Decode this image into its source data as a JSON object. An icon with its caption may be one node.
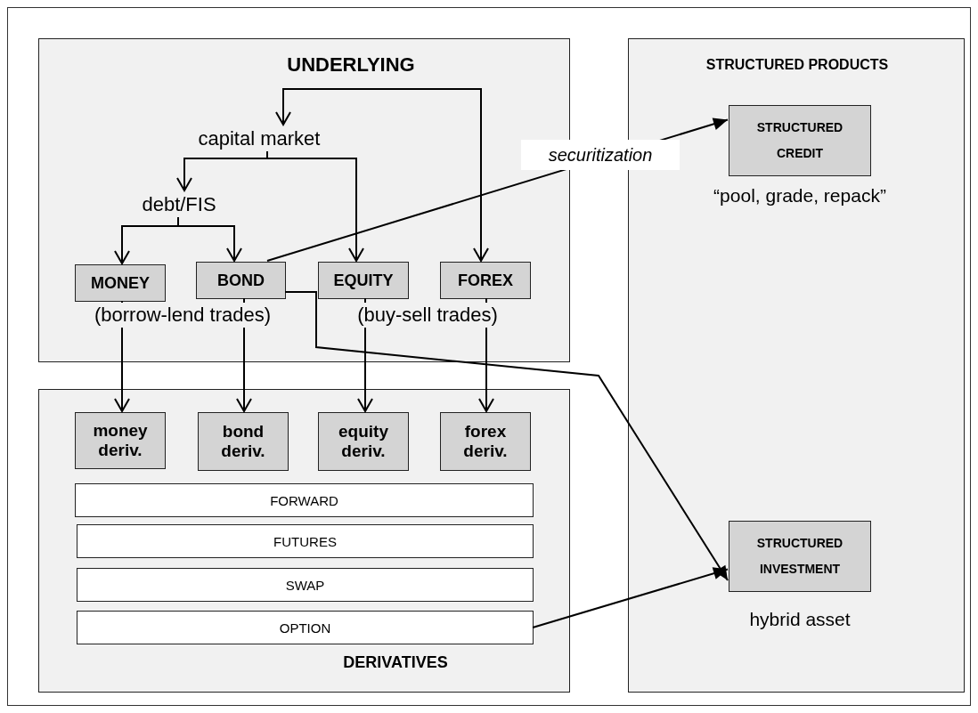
{
  "diagram": {
    "nodes": [
      {
        "text": [
          "UNDERLYING"
        ]
      },
      {
        "text": [
          "capital market"
        ],
        "in": 0
      },
      {
        "text": [
          "debt/FIS"
        ],
        "in": 0
      },
      {
        "text": [
          "MONEY"
        ],
        "in": 0
      },
      {
        "text": [
          "BOND"
        ],
        "in": 0
      },
      {
        "text": [
          "EQUITY"
        ],
        "in": 0
      },
      {
        "text": [
          "FOREX"
        ],
        "in": 0
      },
      {
        "text": [
          "DERIVATIVES"
        ]
      },
      {
        "text": [
          "money deriv."
        ],
        "in": 7
      },
      {
        "text": [
          "bond deriv."
        ],
        "in": 7
      },
      {
        "text": [
          "equity deriv."
        ],
        "in": 7
      },
      {
        "text": [
          "forex deriv."
        ],
        "in": 7
      },
      {
        "text": [
          "FORWARD"
        ],
        "in": 7
      },
      {
        "text": [
          "FUTURES"
        ],
        "in": 7
      },
      {
        "text": [
          "SWAP"
        ],
        "in": 7
      },
      {
        "text": [
          "OPTION"
        ],
        "in": 7
      },
      {
        "text": [
          "STRUCTURED PRODUCTS"
        ]
      },
      {
        "text": [
          "STRUCTURED CREDIT"
        ],
        "in": 16,
        "beside": [
          "“pool, grade, repack”"
        ]
      },
      {
        "text": [
          "STRUCTURED INVESTMENT"
        ],
        "in": 16,
        "beside": [
          "hybrid asset"
        ]
      }
    ],
    "edges": [
      {
        "from": null,
        "to": 1,
        "arrow": "to"
      },
      {
        "from": null,
        "to": 6,
        "arrow": "to"
      },
      {
        "from": 1,
        "to": 2,
        "arrow": "to"
      },
      {
        "from": 1,
        "to": 5,
        "arrow": "to"
      },
      {
        "from": 2,
        "to": 3,
        "arrow": "to"
      },
      {
        "from": 2,
        "to": 4,
        "arrow": "to"
      },
      {
        "from": 3,
        "to": 8,
        "arrow": "to"
      },
      {
        "from": 4,
        "to": 9,
        "arrow": "to"
      },
      {
        "from": 5,
        "to": 10,
        "arrow": "to"
      },
      {
        "from": 6,
        "to": 11,
        "arrow": "to"
      },
      {
        "from": 4,
        "to": 17,
        "arrow": "to",
        "label": "securitization"
      },
      {
        "from": 4,
        "to": 18,
        "arrow": "to"
      },
      {
        "from": 15,
        "to": 18,
        "arrow": "to"
      }
    ],
    "labels": [
      "(borrow-lend trades)",
      "(buy-sell trades)"
    ]
  }
}
